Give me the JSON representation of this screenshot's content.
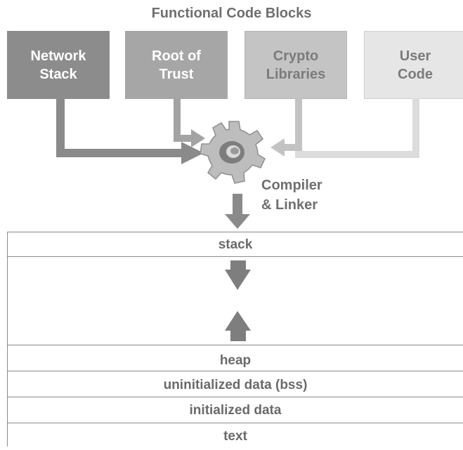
{
  "title": "Functional Code Blocks",
  "code_blocks": [
    {
      "label": "Network\nStack",
      "fill": "#8c8c8c",
      "text_color": "#ffffff"
    },
    {
      "label": "Root of\nTrust",
      "fill": "#a6a6a6",
      "text_color": "#ffffff"
    },
    {
      "label": "Crypto\nLibraries",
      "fill": "#c4c4c4",
      "text_color": "#7b7b7b"
    },
    {
      "label": "User\nCode",
      "fill": "#e6e6e6",
      "text_color": "#7b7b7b"
    }
  ],
  "compiler": {
    "label": "Compiler\n& Linker",
    "icon": "gear-icon"
  },
  "memory_layout": {
    "stack_label": "stack",
    "heap_label": "heap",
    "bss_label": "uninitialized data (bss)",
    "initialized_label": "initialized data",
    "text_label": "text"
  },
  "colors": {
    "arrow_dark": "#8a8a8a",
    "arrow_mid": "#a3a3a3",
    "arrow_light": "#c3c3c3",
    "arrow_lightest": "#dcdcdc",
    "gear": "#bfbfbf"
  }
}
